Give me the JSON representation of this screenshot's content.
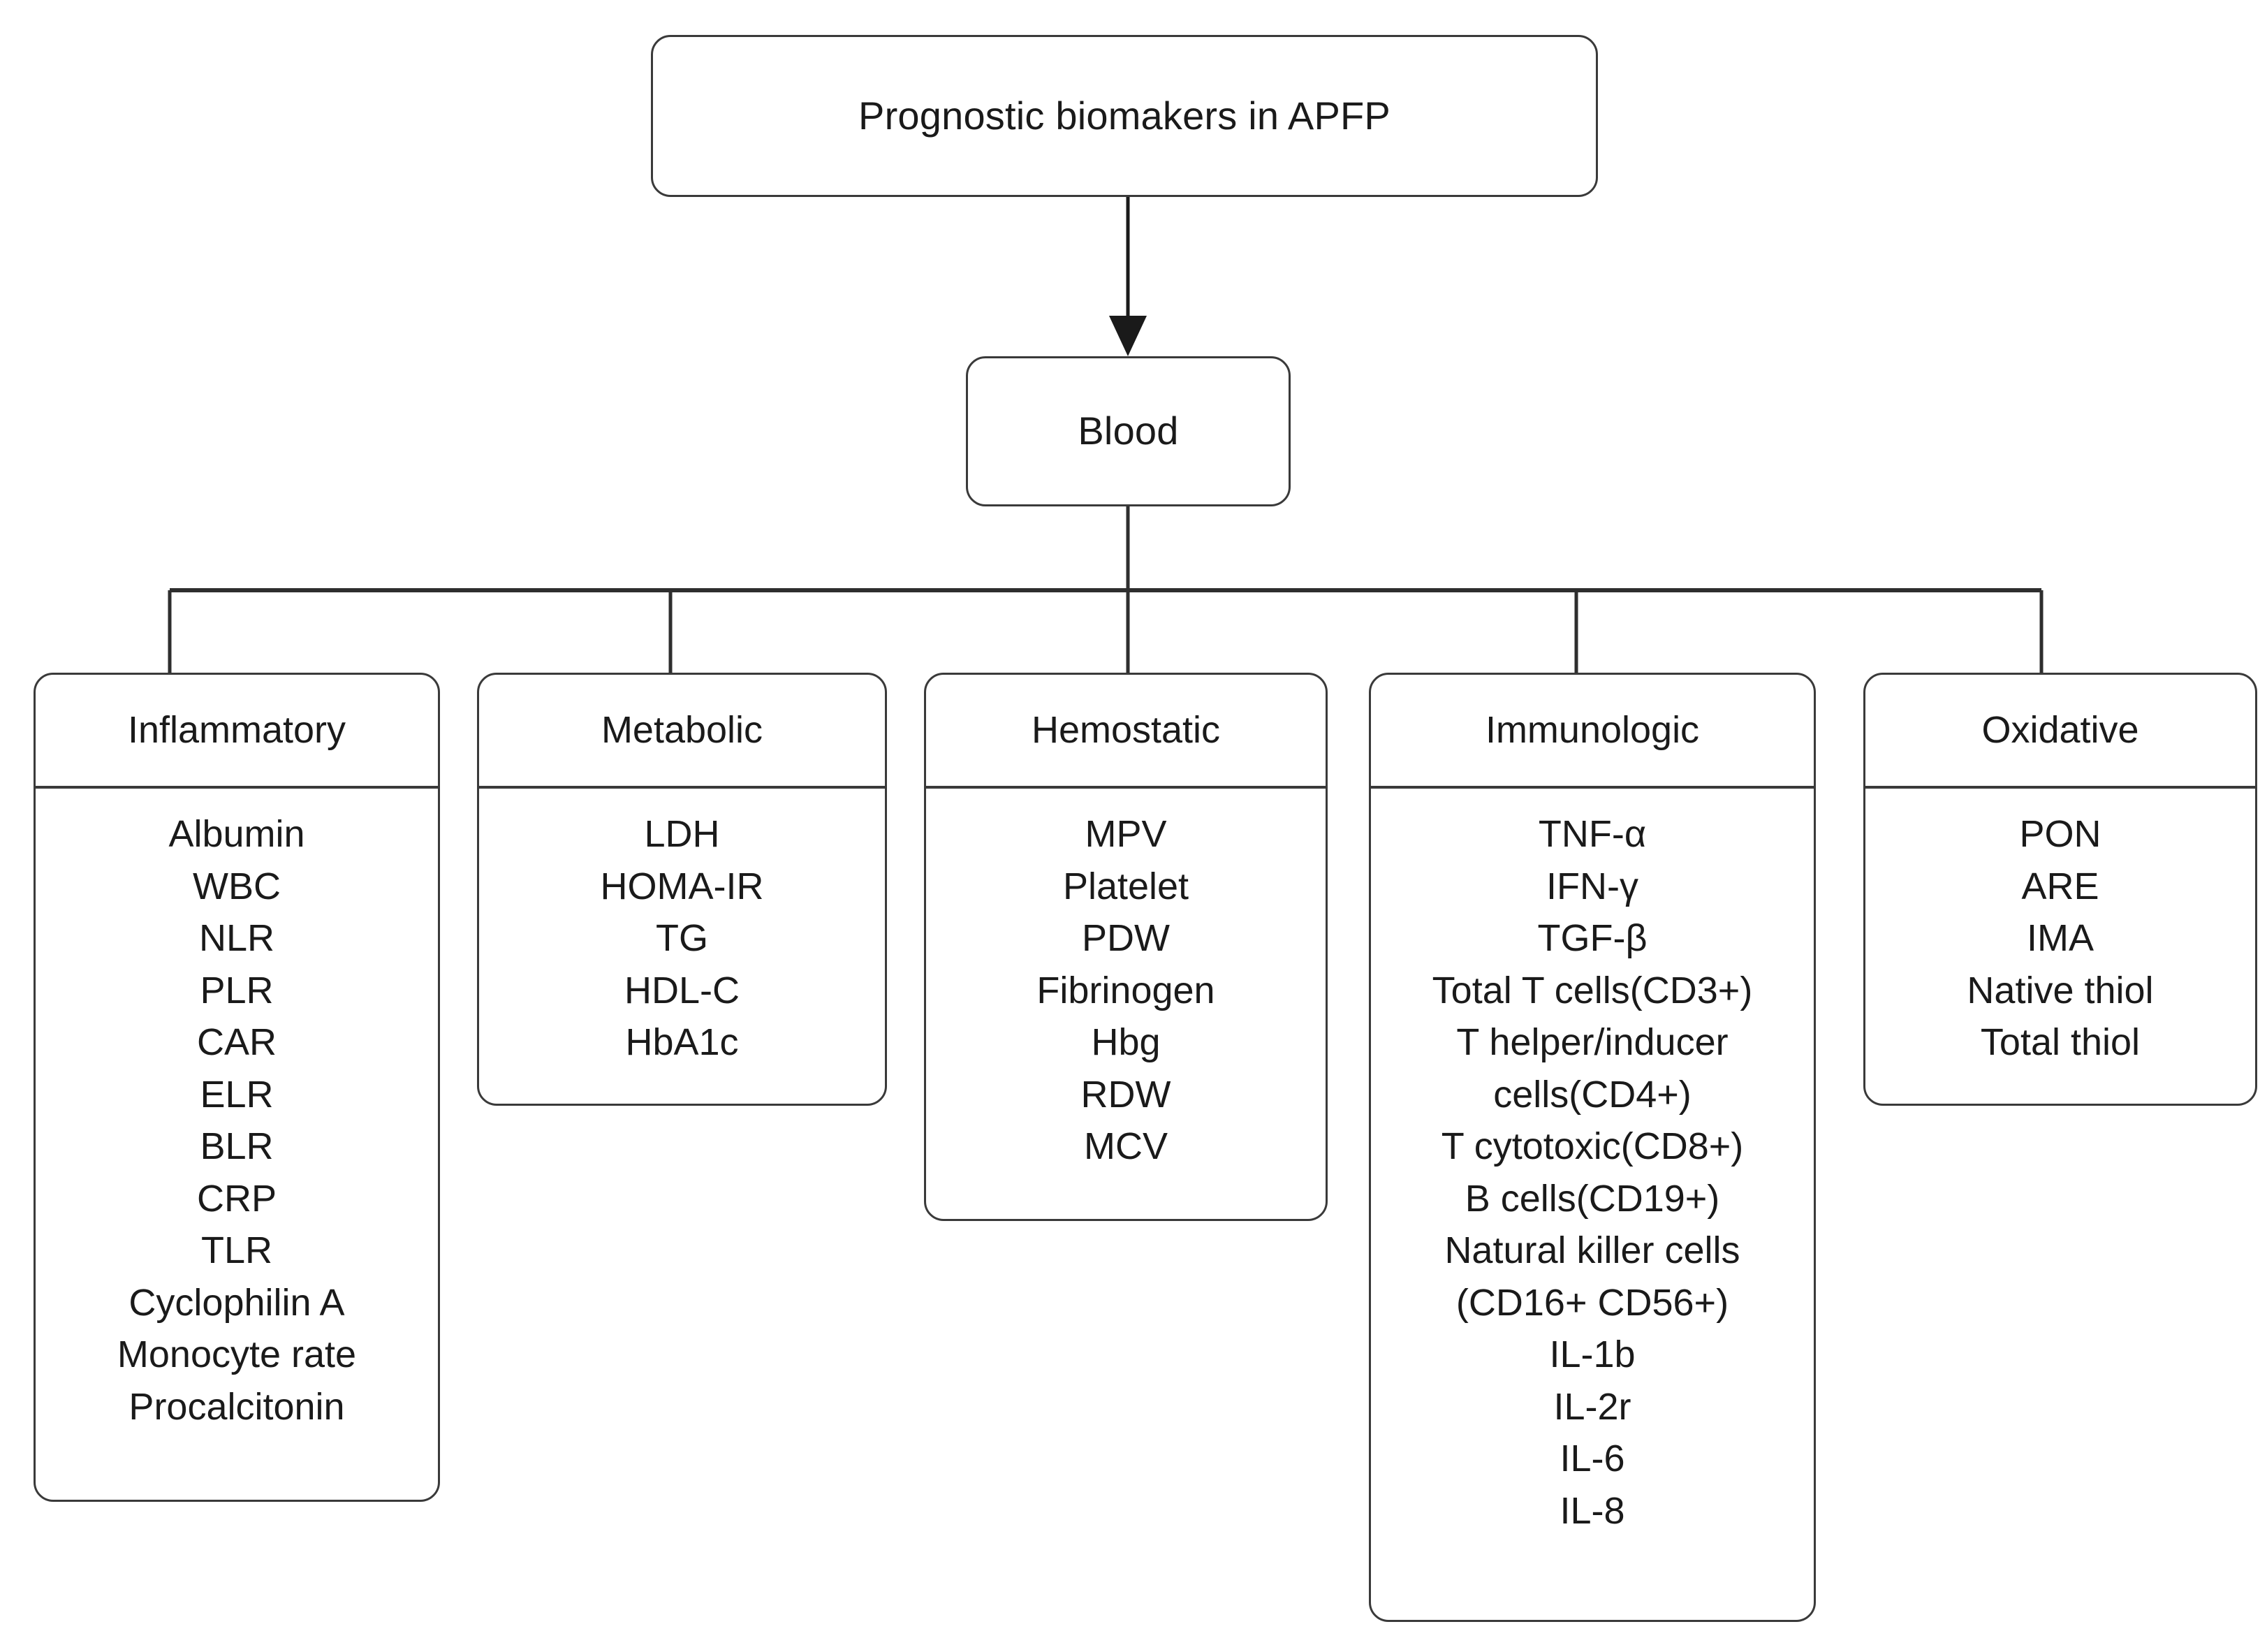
{
  "diagram": {
    "title_node": {
      "label": "Prognostic biomakers in APFP"
    },
    "source_node": {
      "label": "Blood"
    },
    "categories": [
      {
        "id": "inflammatory",
        "title": "Inflammatory",
        "items": [
          "Albumin",
          "WBC",
          "NLR",
          "PLR",
          "CAR",
          "ELR",
          "BLR",
          "CRP",
          "TLR",
          "Cyclophilin A",
          "Monocyte rate",
          "Procalcitonin"
        ]
      },
      {
        "id": "metabolic",
        "title": "Metabolic",
        "items": [
          "LDH",
          "HOMA-IR",
          "TG",
          "HDL-C",
          "HbA1c"
        ]
      },
      {
        "id": "hemostatic",
        "title": "Hemostatic",
        "items": [
          "MPV",
          "Platelet",
          "PDW",
          "Fibrinogen",
          "Hbg",
          "RDW",
          "MCV"
        ]
      },
      {
        "id": "immunologic",
        "title": "Immunologic",
        "items": [
          "TNF-α",
          "IFN-γ",
          "TGF-β",
          "Total T cells(CD3+)",
          "T helper/inducer cells(CD4+)",
          "T cytotoxic(CD8+)",
          "B cells(CD19+)",
          "Natural killer cells (CD16+ CD56+)",
          "IL-1b",
          "IL-2r",
          "IL-6",
          "IL-8"
        ]
      },
      {
        "id": "oxidative",
        "title": "Oxidative",
        "items": [
          "PON",
          "ARE",
          "IMA",
          "Native thiol",
          "Total thiol"
        ]
      }
    ],
    "colors": {
      "stroke": "#3a3a3a",
      "text": "#1a1a1a",
      "background": "#ffffff"
    }
  }
}
